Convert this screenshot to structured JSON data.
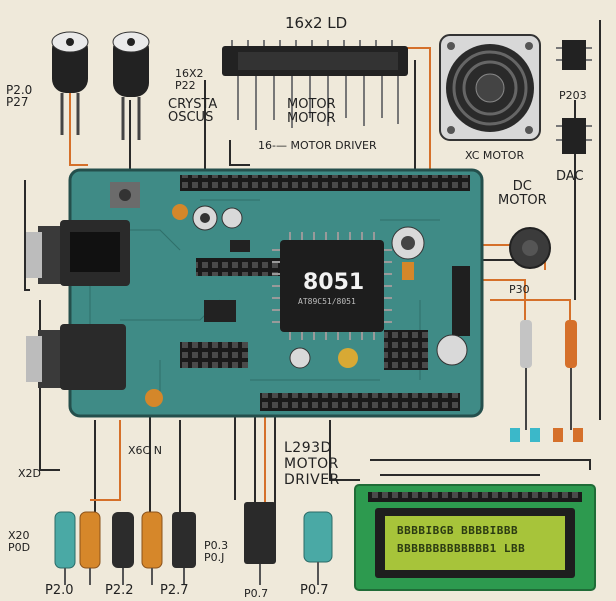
{
  "chip": {
    "main": "8051",
    "sub": "AT89C51/8051"
  },
  "labels": {
    "lcd_top": "16x2   LD",
    "p20_p27": "P2.0\nP27",
    "ic_16x2": "16X2\nP22",
    "crysta": "CRYSTA\nOSCUS",
    "motor_motor": "MOTOR\nMOTOR",
    "motor_driver_top": "16-— MOTOR DRIVER",
    "xc_motor": "XC MOTOR",
    "p203": "P203",
    "dc_motor": "DC\nMOTOR",
    "dac": "DAC",
    "p30": "P30",
    "x2d": "X2D",
    "x6cn": "X6C N",
    "l293d": "L293D\nMOTOR\nDRIVER",
    "x20_p0d": "X20\nP0D",
    "p03_p0j": "P0.3\nP0.J",
    "bottom_p20": "P2.0",
    "bottom_p22": "P2.2",
    "bottom_p27": "P2.7",
    "bottom_p07a": "P0.7",
    "bottom_p07b": "P0.7"
  },
  "lcd": {
    "line1": "BBBBIBGB BBBBIBBB",
    "line2": "BBBBBBBBBBBBB1 LBB"
  },
  "colors": {
    "pcb": "#3f8b86",
    "chip": "#1d1d1d",
    "lcd_screen": "#a7c43a",
    "lcd_board": "#2d9a4f",
    "wire_orange": "#d5702a",
    "wire_black": "#2a2a2a"
  }
}
